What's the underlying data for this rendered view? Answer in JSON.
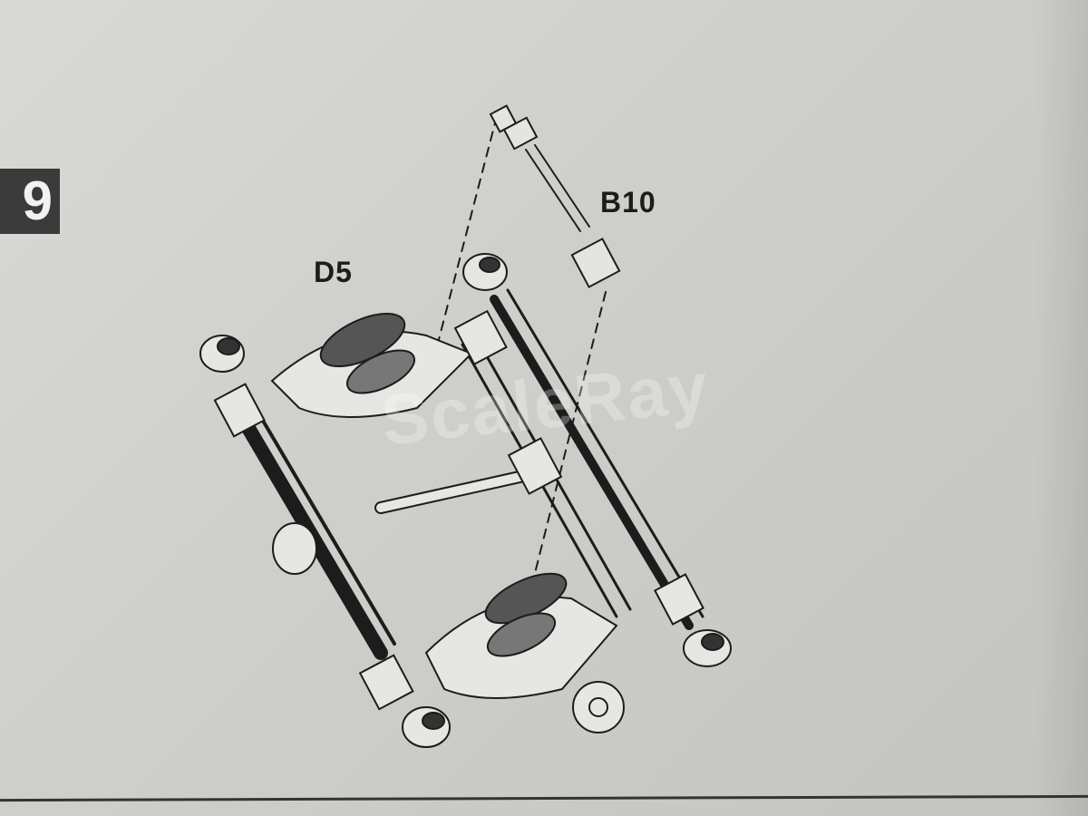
{
  "instruction": {
    "step_number": "9",
    "parts": [
      {
        "id": "D5",
        "label": "D5"
      },
      {
        "id": "B10",
        "label": "B10"
      }
    ],
    "watermark": "ScaleRay"
  },
  "colors": {
    "paper": "#d0d0cc",
    "ink": "#1c1c1c",
    "badge": "#3b3b3b"
  }
}
